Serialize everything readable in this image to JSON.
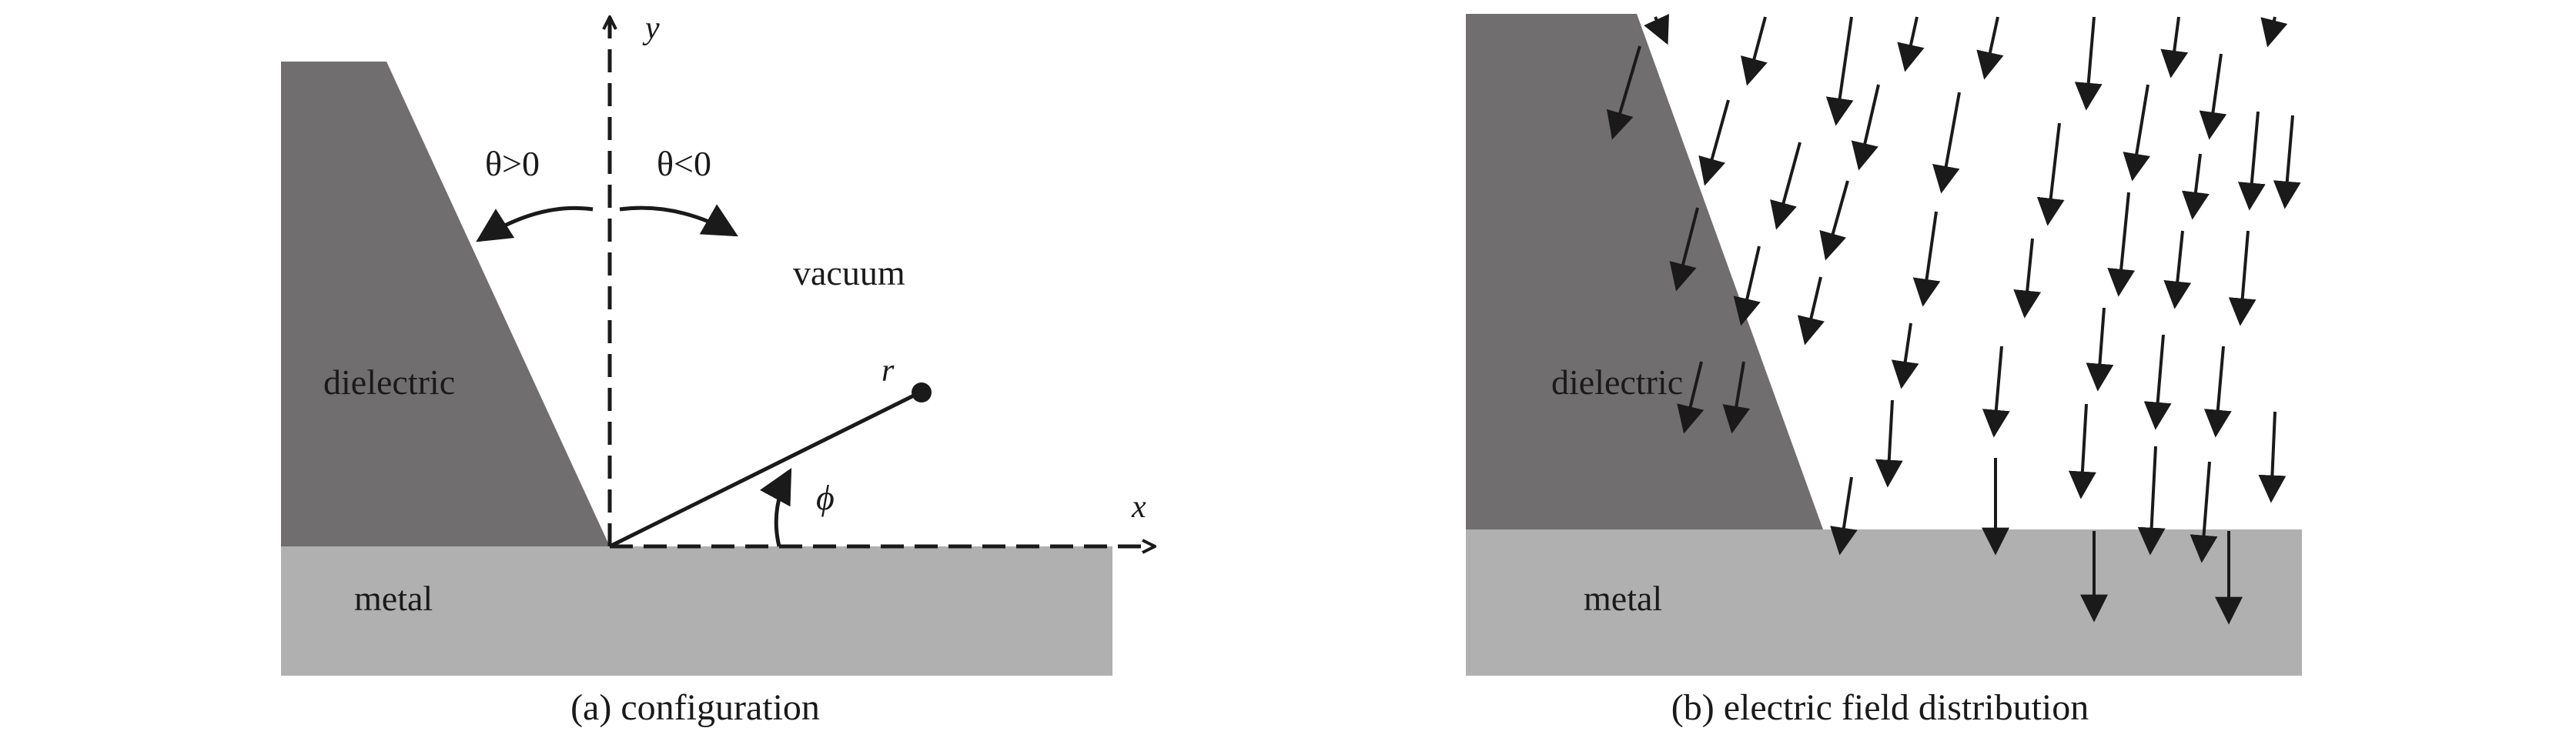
{
  "panel_a": {
    "region_labels": {
      "dielectric": "dielectric",
      "metal": "metal",
      "vacuum": "vacuum"
    },
    "axis_labels": {
      "x": "x",
      "y": "y"
    },
    "angle_labels": {
      "theta_pos": "θ>0",
      "theta_neg": "θ<0",
      "phi": "ϕ",
      "r": "r"
    },
    "caption": "(a) configuration"
  },
  "panel_b": {
    "region_labels": {
      "dielectric": "dielectric",
      "metal": "metal"
    },
    "caption": "(b) electric field distribution"
  },
  "colors": {
    "dielectric": "#706e6f",
    "metal": "#b0b0b0",
    "ink": "#1a1a1a",
    "background": "#ffffff"
  }
}
